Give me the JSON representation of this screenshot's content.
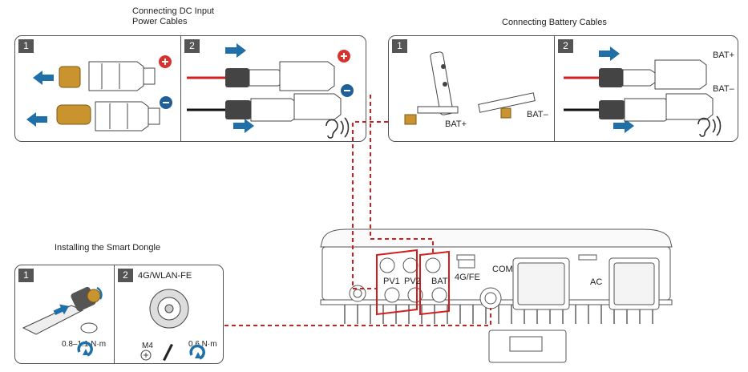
{
  "captions": {
    "dc_input": "Connecting DC Input\nPower Cables",
    "battery": "Connecting Battery Cables",
    "dongle": "Installing the Smart Dongle"
  },
  "dc_panel": {
    "step1": "1",
    "step2": "2"
  },
  "battery_panel": {
    "step1": "1",
    "step2": "2",
    "bat_plus": "BAT+",
    "bat_minus": "BAT–",
    "bat_plus_2": "BAT+",
    "bat_minus_2": "BAT–"
  },
  "dongle_panel": {
    "step1": "1",
    "step2": "2",
    "model": "4G/WLAN-FE",
    "torque1": "0.8–1.1 N·m",
    "screw": "M4",
    "torque2": "0.6 N·m"
  },
  "inverter": {
    "pv1": "PV1",
    "pv2": "PV2",
    "bat": "BAT",
    "port_4g": "4G/FE",
    "com": "COM",
    "ac": "AC"
  },
  "colors": {
    "arrow": "#1f6fa8",
    "positive": "#d6332f",
    "negative": "#1f5f9a",
    "callout": "#d11f1f",
    "frame": "#555555"
  },
  "icons": [
    "plus-icon",
    "minus-icon",
    "ear-click-icon",
    "tighten-arrow-icon",
    "screwdriver-icon"
  ]
}
